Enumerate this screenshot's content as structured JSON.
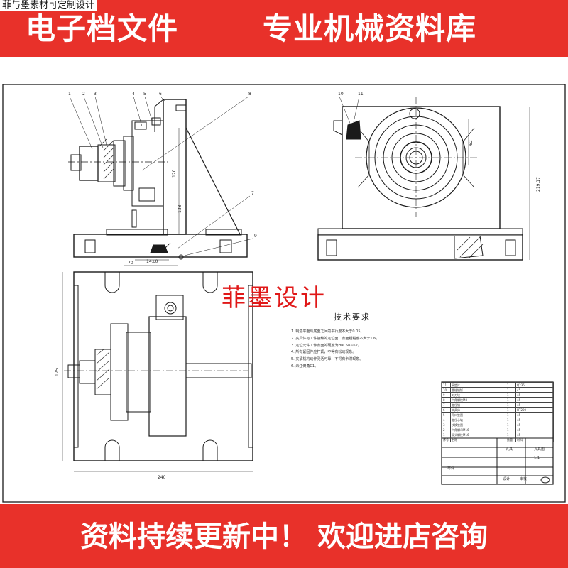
{
  "header": {
    "watermark": "菲与墨素材可定制设计",
    "title_left": "电子档文件",
    "title_right": "专业机械资料库"
  },
  "footer": {
    "slogan": "资料持续更新中！ 欢迎进店咨询"
  },
  "drawing": {
    "watermark": "菲墨设计",
    "tech_title": "技术要求",
    "tech_notes": [
      "1. 制造平面与底面之间的平行度不大于0.05。",
      "2. 夹具体与工件接触的定位面，表面粗糙度不大于1.6。",
      "3. 定位元件工作表面的硬度为HRC58~62。",
      "4. 所有紧固件应拧紧，不得有松动现象。",
      "5. 夹紧机构动作灵活可靠，不得有卡滞现象。",
      "6. 未注倒角C1。"
    ],
    "balloons": [
      "1",
      "2",
      "3",
      "4",
      "5",
      "6",
      "8",
      "10",
      "11",
      "7",
      "9"
    ],
    "dimensions": {
      "overall_height": "120",
      "rib_height": "138",
      "right_height": "219.17",
      "plan_width": "240",
      "plan_height": "175",
      "base_width": "70",
      "slot_width": "14±0",
      "right_dim": "62"
    },
    "bom_rows": [
      [
        "11",
        "平垫片",
        "1",
        "Q235"
      ],
      [
        "10",
        "圆柱销钉",
        "1",
        "45"
      ],
      [
        "9",
        "对刀块",
        "1",
        "45"
      ],
      [
        "8",
        "六角螺栓M8",
        "1",
        "45"
      ],
      [
        "7",
        "定位销",
        "1",
        "45"
      ],
      [
        "6",
        "夹具体",
        "1",
        "HT200"
      ],
      [
        "5",
        "开口垫圈",
        "1",
        "45"
      ],
      [
        "4",
        "定位心轴",
        "1",
        "45"
      ],
      [
        "3",
        "快换垫圈",
        "1",
        "45"
      ],
      [
        "2",
        "六角螺母M16",
        "1",
        "45"
      ],
      [
        "1",
        "双头螺柱M16",
        "1",
        "45"
      ]
    ],
    "bom_header": [
      "序号",
      "名称",
      "数量",
      "材料"
    ],
    "title_block": {
      "name": "夹具",
      "scale": "1:1",
      "drawing_no": "夹具图",
      "part_label": "零件",
      "designer": "设计",
      "checker": "审核"
    }
  },
  "colors": {
    "banner": "#e8312a",
    "watermark": "#e01818"
  }
}
